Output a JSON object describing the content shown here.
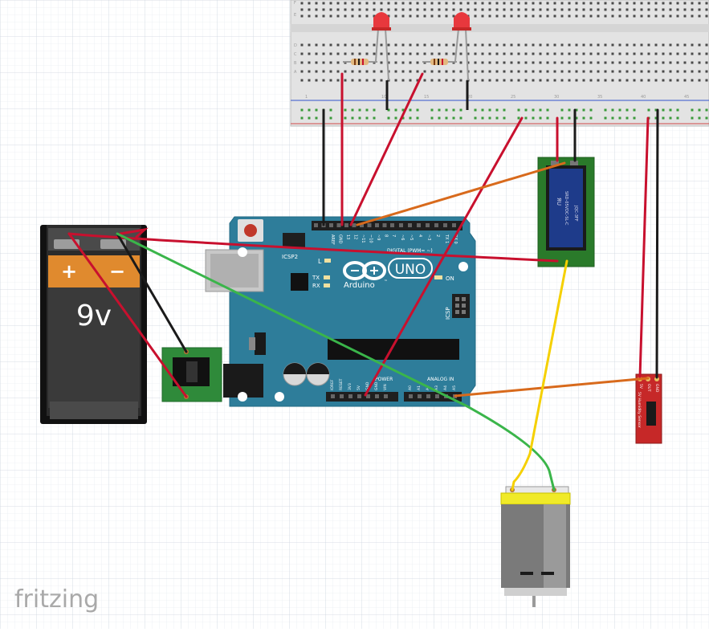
{
  "app": {
    "logo_text": "fritzing"
  },
  "battery": {
    "plus": "+",
    "minus": "−",
    "voltage": "9v"
  },
  "arduino": {
    "brand": "Arduino",
    "tm": "™",
    "model": "UNO",
    "icsp2": "ICSP2",
    "icsp": "ICSP",
    "digital_label": "DIGITAL (PWM= ~)",
    "analog_label": "ANALOG IN",
    "power_label": "POWER",
    "led_l": "L",
    "led_tx": "TX",
    "led_rx": "RX",
    "on_label": "ON",
    "digital_pins": [
      "AREF",
      "GND",
      "13",
      "12",
      "~11",
      "~10",
      "~9",
      "8",
      "7",
      "~6",
      "~5",
      "4",
      "~3",
      "2",
      "TX 1",
      "RX 0"
    ],
    "power_pins": [
      "IOREF",
      "RESET",
      "3V3",
      "5V",
      "GND",
      "GND",
      "VIN"
    ],
    "analog_pins": [
      "A0",
      "A1",
      "A2",
      "A3",
      "A4",
      "A5"
    ]
  },
  "breadboard": {
    "row_letters": [
      "F",
      "E",
      "D",
      "C",
      "B",
      "A"
    ],
    "col_numbers": [
      "1",
      "5",
      "10",
      "15",
      "20",
      "25",
      "30",
      "35",
      "40",
      "45"
    ]
  },
  "relay": {
    "brand": "SRD-05VDC-SL-C",
    "side": "JQC-3FF",
    "ul": "ЯU"
  },
  "sensor": {
    "pins": [
      "5V",
      "OUT",
      "GND"
    ],
    "label": "5V Humidity Sensor"
  },
  "colors": {
    "arduino": "#2e7d9a",
    "breadboard": "#e6e6e6",
    "wire_red": "#c8102e",
    "wire_black": "#1a1a1a",
    "wire_orange": "#d86a1c",
    "wire_green": "#3ab54a",
    "wire_yellow": "#f5d000",
    "relay_board": "#2a7a2a",
    "sensor_board": "#c62828",
    "battery_top": "#e08a2e"
  }
}
